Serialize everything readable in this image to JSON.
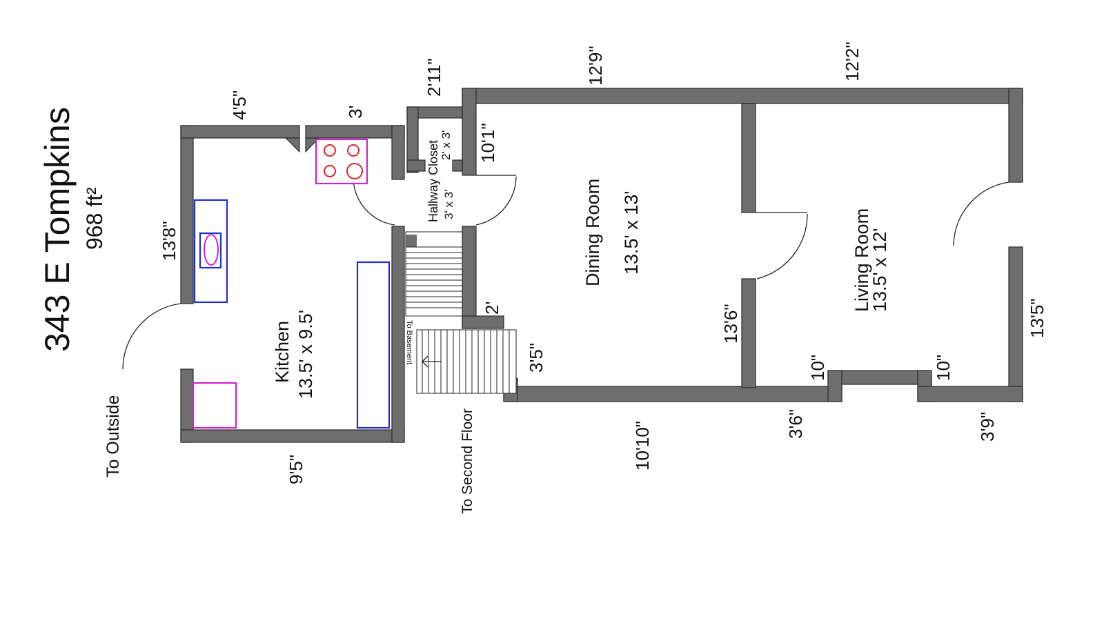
{
  "header": {
    "title": "343 E Tompkins",
    "area": "968 ft²"
  },
  "rooms": {
    "kitchen": {
      "name": "Kitchen",
      "size": "13.5' x 9.5'"
    },
    "dining": {
      "name": "Dining Room",
      "size": "13.5' x 13'"
    },
    "living": {
      "name": "Living Room",
      "size": "13.5' x 12'"
    },
    "hallway_closet": {
      "name": "Hallway Closet",
      "size": "2' x 3'"
    },
    "hallway": {
      "size": "3' x 3'"
    }
  },
  "labels": {
    "to_outside": "To Outside",
    "to_second_floor": "To Second Floor",
    "to_basement": "To Basement"
  },
  "dimensions": {
    "kitchen_top_left": "4'5\"",
    "kitchen_top_right": "3'",
    "kitchen_left": "13'8\"",
    "kitchen_bottom": "9'5\"",
    "closet_top": "2'11\"",
    "dining_top": "12'9\"",
    "living_top": "12'2\"",
    "dining_small_left": "10'1\"",
    "stair_2": "2'",
    "stair_3_5": "3'5\"",
    "dining_bottom": "10'10\"",
    "partition": "13'6\"",
    "bump_left_10": "10\"",
    "bump_right_10": "10\"",
    "bottom_3_6": "3'6\"",
    "bottom_3_9": "3'9\"",
    "living_right": "13'5\""
  },
  "colors": {
    "wall": "#6e6e6e",
    "fixture_blue": "#1f2fd0",
    "fixture_pink": "#d21fcf",
    "stove_burner": "#e0202a"
  }
}
